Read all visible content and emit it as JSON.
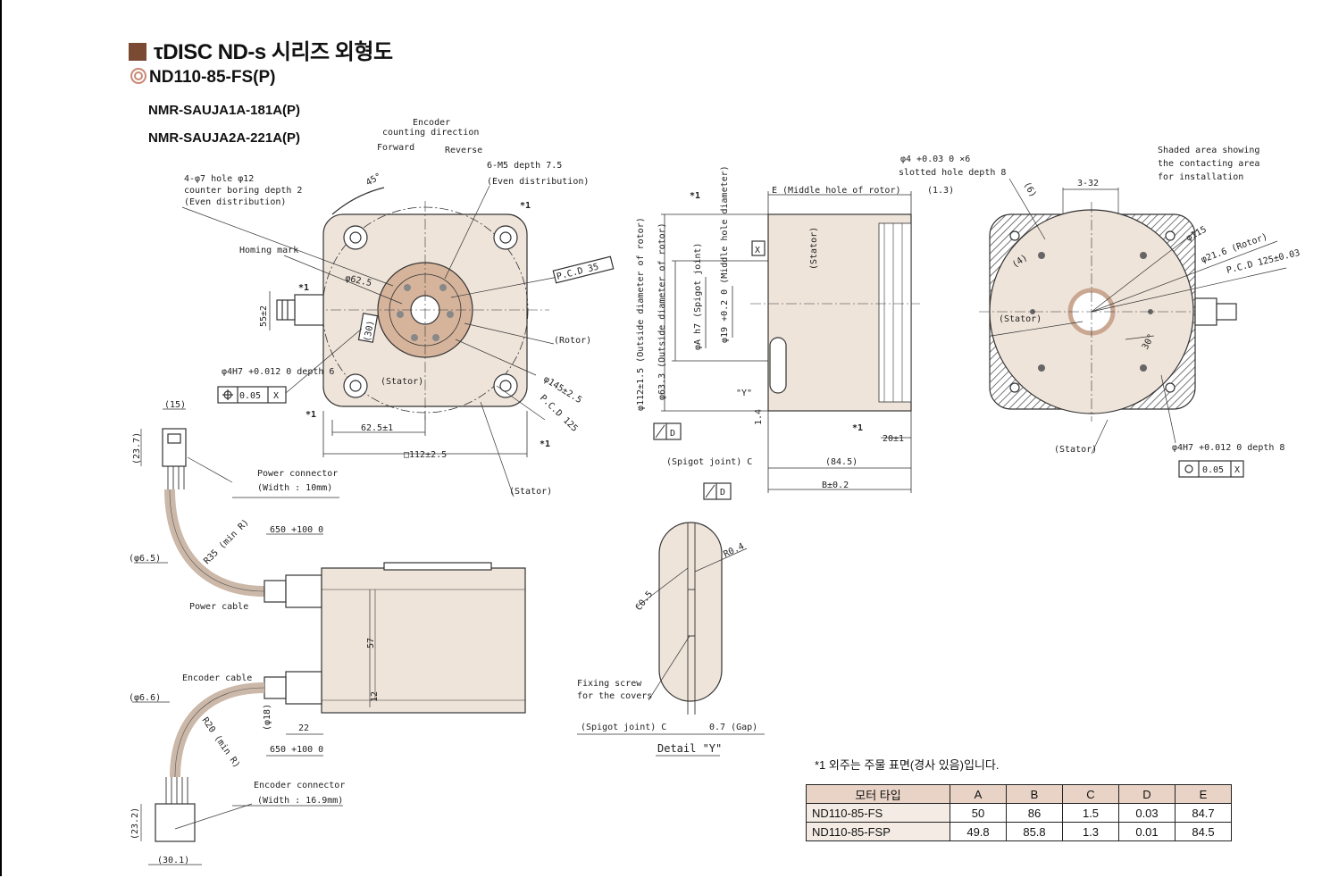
{
  "header": {
    "title": "τDISC ND-s 시리즈  외형도",
    "model": "ND110-85-FS(P)",
    "part_numbers": [
      "NMR-SAUJA1A-181A(P)",
      "NMR-SAUJA2A-221A(P)"
    ]
  },
  "colors": {
    "header_square": "#7a4a33",
    "body_fill": "#efe4da",
    "rotor_fill": "#d6b49c",
    "accent": "#c98a75"
  },
  "front_view": {
    "encoder_label": [
      "Encoder",
      "counting direction"
    ],
    "forward": "Forward",
    "reverse": "Reverse",
    "holes_label": [
      "4-φ7 hole φ12",
      "counter boring depth 2",
      "(Even distribution)"
    ],
    "m5_label": [
      "6-M5 depth 7.5",
      "(Even distribution)"
    ],
    "angle": "45°",
    "homing": "Homing mark",
    "d62": "φ62.5",
    "pcd35": "P.C.D 35",
    "rotor": "(Rotor)",
    "stator": "(Stator)",
    "stator2": "(Stator)",
    "dia145": "φ145±2.5",
    "pcd125": "P.C.D 125",
    "w62": "62.5±1",
    "w112": "□112±2.5",
    "h55": "55±2",
    "h30": "(30)",
    "pin_hole": "φ4H7 +0.012 0 depth 6",
    "tol": "0.05",
    "datum": "X",
    "mark": "*1"
  },
  "side_view": {
    "e_label": "E (Middle hole of rotor)",
    "gap13": "(1.3)",
    "outside_dia": "φ112±1.5 (Outside diameter of rotor)",
    "d633": "φ63.3 (Outside diameter of rotor)",
    "spigot": "φA h7 (Spigot joint)",
    "middle": "φ19 +0.2 0 (Middle hole diameter)",
    "stator": "(Stator)",
    "y": "\"Y\"",
    "d845": "(84.5)",
    "b": "B±0.2",
    "w20": "20±1",
    "spigot_c": "(Spigot joint) C",
    "d": "D",
    "x": "X",
    "mark": "*1",
    "v14": "1.4"
  },
  "rear_view": {
    "slotted": [
      "φ4 +0.03 0 ×6",
      "slotted hole depth 8"
    ],
    "shaded": [
      "Shaded area showing",
      "the contacting area",
      "for installation"
    ],
    "w332": "3-32",
    "six": "(6)",
    "four": "(4)",
    "d115": "φ115",
    "d216": "φ21.6 (Rotor)",
    "pcd": "P.C.D 125±0.03",
    "stator": "(Stator)",
    "stator2": "(Stator)",
    "ang": "30°",
    "pin": "φ4H7 +0.012 0 depth 8",
    "tol": "0.05",
    "datum": "X"
  },
  "cable_view": {
    "d15": "(15)",
    "h237": "(23.7)",
    "power_conn": [
      "Power connector",
      "(Width : 10mm)"
    ],
    "len650a": "650 +100 0",
    "d65": "(φ6.5)",
    "r35": "R35 (min R)",
    "power_cable": "Power cable",
    "h57": "57",
    "h12": "12",
    "w22": "22",
    "enc_cable": "Encoder cable",
    "d66": "(φ6.6)",
    "d18": "(φ18)",
    "r20": "R20 (min R)",
    "len650b": "650 +100 0",
    "enc_conn": [
      "Encoder connector",
      "(Width : 16.9mm)"
    ],
    "h232": "(23.2)",
    "w301": "(30.1)"
  },
  "detail_y": {
    "r04": "R0.4",
    "c05": "C0.5",
    "fixing": [
      "Fixing screw",
      "for the covers"
    ],
    "spigot": "(Spigot joint) C",
    "gap": "0.7 (Gap)",
    "title": "Detail \"Y\""
  },
  "note": "*1  외주는 주물 표면(경사 있음)입니다.",
  "table": {
    "headers": [
      "모터 타입",
      "A",
      "B",
      "C",
      "D",
      "E"
    ],
    "rows": [
      [
        "ND110-85-FS",
        "50",
        "86",
        "1.5",
        "0.03",
        "84.7"
      ],
      [
        "ND110-85-FSP",
        "49.8",
        "85.8",
        "1.3",
        "0.01",
        "84.5"
      ]
    ]
  }
}
